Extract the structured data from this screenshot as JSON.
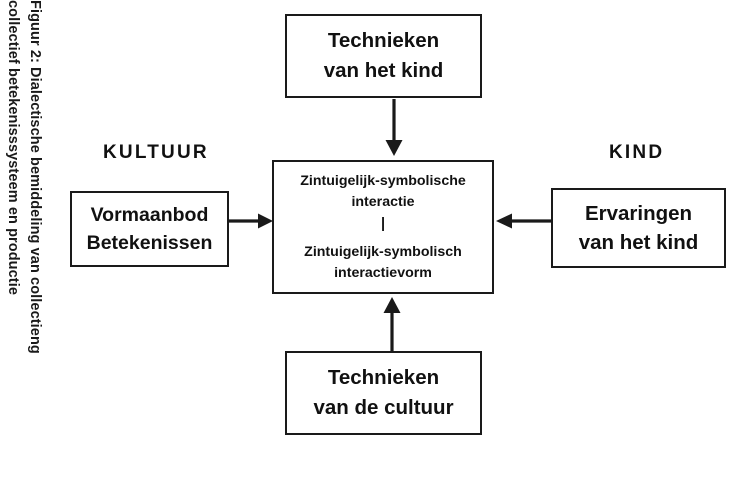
{
  "figure": {
    "caption_lines": [
      "Figuur 2: Dialectische bemiddeling van collectieng",
      "collectief betekenisssysteem en productie"
    ],
    "background_color": "#ffffff",
    "line_color": "#1a1a1a",
    "text_color": "#111111"
  },
  "labels": {
    "left_heading": "KULTUUR",
    "right_heading": "KIND"
  },
  "boxes": {
    "top": {
      "line1": "Technieken",
      "line2": "van het kind"
    },
    "bottom": {
      "line1": "Technieken",
      "line2": "van de cultuur"
    },
    "left": {
      "line1": "Vormaanbod",
      "line2": "Betekenissen"
    },
    "right": {
      "line1": "Ervaringen",
      "line2": "van het kind"
    },
    "center": {
      "line1": "Zintuigelijk-symbolische",
      "line2": "interactie",
      "separator": "|",
      "line3": "Zintuigelijk-symbolisch",
      "line4": "interactievorm"
    }
  },
  "arrows": [
    {
      "name": "top-to-center",
      "direction": "down"
    },
    {
      "name": "bottom-to-center",
      "direction": "up"
    },
    {
      "name": "left-to-center",
      "direction": "right"
    },
    {
      "name": "right-to-center",
      "direction": "left"
    }
  ]
}
